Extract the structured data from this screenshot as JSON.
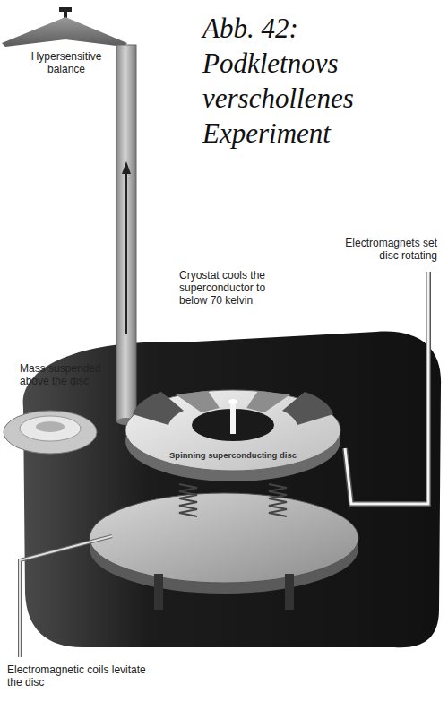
{
  "diagram": {
    "title": "Abb. 42: Podkletnovs verschollenes Experiment",
    "labels": [
      "Hypersensitive balance",
      "Mass suspended above the disc",
      "Cryostat cools the superconductor to below 70 kelvin",
      "Electromagnets set disc rotating",
      "Spinning superconducting disc",
      "Electromagnetic coils levitate the disc"
    ]
  }
}
